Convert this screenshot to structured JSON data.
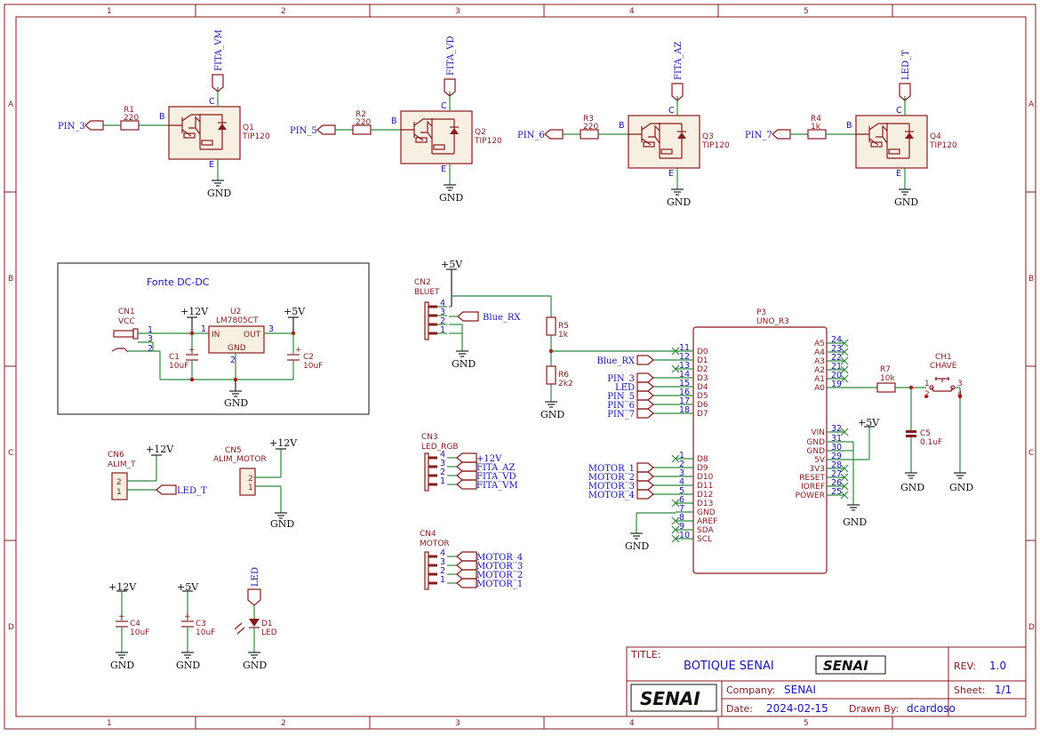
{
  "frame": {
    "col_labels": [
      "1",
      "2",
      "3",
      "4",
      "5"
    ],
    "row_labels": [
      "A",
      "B",
      "C",
      "D"
    ]
  },
  "transistors": [
    {
      "ref": "Q1",
      "model": "TIP120",
      "input": "PIN_3",
      "r_ref": "R1",
      "r_val": "220",
      "output": "FITA_VM",
      "gnd": "GND",
      "b": "B",
      "c": "C",
      "e": "E"
    },
    {
      "ref": "Q2",
      "model": "TIP120",
      "input": "PIN_5",
      "r_ref": "R2",
      "r_val": "220",
      "output": "FITA_VD",
      "gnd": "GND",
      "b": "B",
      "c": "C",
      "e": "E"
    },
    {
      "ref": "Q3",
      "model": "TIP120",
      "input": "PIN_6",
      "r_ref": "R3",
      "r_val": "220",
      "output": "FITA_AZ",
      "gnd": "GND",
      "b": "B",
      "c": "C",
      "e": "E"
    },
    {
      "ref": "Q4",
      "model": "TIP120",
      "input": "PIN_7",
      "r_ref": "R4",
      "r_val": "1k",
      "output": "LED_T",
      "gnd": "GND",
      "b": "B",
      "c": "C",
      "e": "E"
    }
  ],
  "fonte": {
    "title": "Fonte DC-DC",
    "cn1_ref": "CN1",
    "cn1_val": "VCC",
    "cn1_pins": [
      "1",
      "3",
      "2"
    ],
    "u2_ref": "U2",
    "u2_val": "LM7805CT",
    "u2_in": "IN",
    "u2_out": "OUT",
    "u2_gnd": "GND",
    "u2_pin1": "1",
    "u2_pin2": "2",
    "u2_pin3": "3",
    "c1_ref": "C1",
    "c1_val": "10uF",
    "c2_ref": "C2",
    "c2_val": "10uF",
    "p12": "+12V",
    "p5": "+5V",
    "gnd": "GND",
    "plus": "+"
  },
  "cn2": {
    "ref": "CN2",
    "val": "BLUET",
    "pins": [
      "4",
      "3",
      "2",
      "1"
    ],
    "p5": "+5V",
    "net": "Blue_RX",
    "gnd": "GND"
  },
  "divider": {
    "r5_ref": "R5",
    "r5_val": "1k",
    "r6_ref": "R6",
    "r6_val": "2k2",
    "gnd": "GND"
  },
  "cn3": {
    "ref": "CN3",
    "val": "LED_RGB",
    "pins": [
      "4",
      "3",
      "2",
      "1"
    ],
    "nets": [
      "+12V",
      "FITA_AZ",
      "FITA_VD",
      "FITA_VM"
    ]
  },
  "cn4": {
    "ref": "CN4",
    "val": "MOTOR",
    "pins": [
      "4",
      "3",
      "2",
      "1"
    ],
    "nets": [
      "MOTOR_4",
      "MOTOR_3",
      "MOTOR_2",
      "MOTOR_1"
    ]
  },
  "cn5": {
    "ref": "CN5",
    "val": "ALIM_MOTOR",
    "pins": [
      "2",
      "1"
    ],
    "p12": "+12V",
    "gnd": "GND"
  },
  "cn6": {
    "ref": "CN6",
    "val": "ALIM_T",
    "pins": [
      "2",
      "1"
    ],
    "p12": "+12V",
    "net": "LED_T"
  },
  "c4": {
    "ref": "C4",
    "val": "10uF",
    "pwr": "+12V",
    "gnd": "GND"
  },
  "c3": {
    "ref": "C3",
    "val": "10uF",
    "pwr": "+5V",
    "gnd": "GND"
  },
  "d1": {
    "ref": "D1",
    "val": "LED",
    "net": "LED",
    "gnd": "GND"
  },
  "uno": {
    "ref": "P3",
    "val": "UNO_R3",
    "left": [
      {
        "pin": "11",
        "name": "D0",
        "net": ""
      },
      {
        "pin": "12",
        "name": "D1",
        "net": "Blue_RX"
      },
      {
        "pin": "13",
        "name": "D2",
        "net": ""
      },
      {
        "pin": "14",
        "name": "D3",
        "net": "PIN_3"
      },
      {
        "pin": "15",
        "name": "D4",
        "net": "LED"
      },
      {
        "pin": "16",
        "name": "D5",
        "net": "PIN_5"
      },
      {
        "pin": "17",
        "name": "D6",
        "net": "PIN_6"
      },
      {
        "pin": "18",
        "name": "D7",
        "net": "PIN_7"
      },
      {
        "pin": "1",
        "name": "D8",
        "net": ""
      },
      {
        "pin": "2",
        "name": "D9",
        "net": "MOTOR_1"
      },
      {
        "pin": "3",
        "name": "D10",
        "net": "MOTOR_2"
      },
      {
        "pin": "4",
        "name": "D11",
        "net": "MOTOR_3"
      },
      {
        "pin": "5",
        "name": "D12",
        "net": "MOTOR_4"
      },
      {
        "pin": "6",
        "name": "D13",
        "net": ""
      },
      {
        "pin": "7",
        "name": "GND",
        "net": ""
      },
      {
        "pin": "8",
        "name": "AREF",
        "net": ""
      },
      {
        "pin": "9",
        "name": "SDA",
        "net": ""
      },
      {
        "pin": "10",
        "name": "SCL",
        "net": ""
      }
    ],
    "right_top": [
      {
        "pin": "24",
        "name": "A5"
      },
      {
        "pin": "23",
        "name": "A4"
      },
      {
        "pin": "22",
        "name": "A3"
      },
      {
        "pin": "21",
        "name": "A2"
      },
      {
        "pin": "20",
        "name": "A1"
      },
      {
        "pin": "19",
        "name": "A0"
      }
    ],
    "right_bottom": [
      {
        "pin": "32",
        "name": "VIN"
      },
      {
        "pin": "31",
        "name": "GND"
      },
      {
        "pin": "30",
        "name": "GND"
      },
      {
        "pin": "29",
        "name": "5V"
      },
      {
        "pin": "28",
        "name": "3V3"
      },
      {
        "pin": "27",
        "name": "RESET"
      },
      {
        "pin": "26",
        "name": "IOREF"
      },
      {
        "pin": "25",
        "name": "POWER"
      }
    ],
    "gnd": "GND",
    "gnd2": "GND",
    "p5": "+5V"
  },
  "r7": {
    "ref": "R7",
    "val": "10k"
  },
  "ch1": {
    "ref": "CH1",
    "val": "CHAVE",
    "p1": "1",
    "p2": "2",
    "p3": "3",
    "p4": "4",
    "gnd": "GND"
  },
  "c5": {
    "ref": "C5",
    "val": "0.1uF",
    "gnd": "GND"
  },
  "title_block": {
    "title_label": "TITLE:",
    "title": "BOTIQUE SENAI",
    "logo": "SENAI",
    "rev_label": "REV:",
    "rev": "1.0",
    "company_label": "Company:",
    "company": "SENAI",
    "sheet_label": "Sheet:",
    "sheet": "1/1",
    "date_label": "Date:",
    "date": "2024-02-15",
    "drawn_label": "Drawn By:",
    "drawn": "dcardoso"
  },
  "colors": {
    "frame": "#8b1a1a",
    "wire": "#2e8b3c",
    "component": "#8b1a1a",
    "label": "#1515b0",
    "junction": "#c00000"
  }
}
